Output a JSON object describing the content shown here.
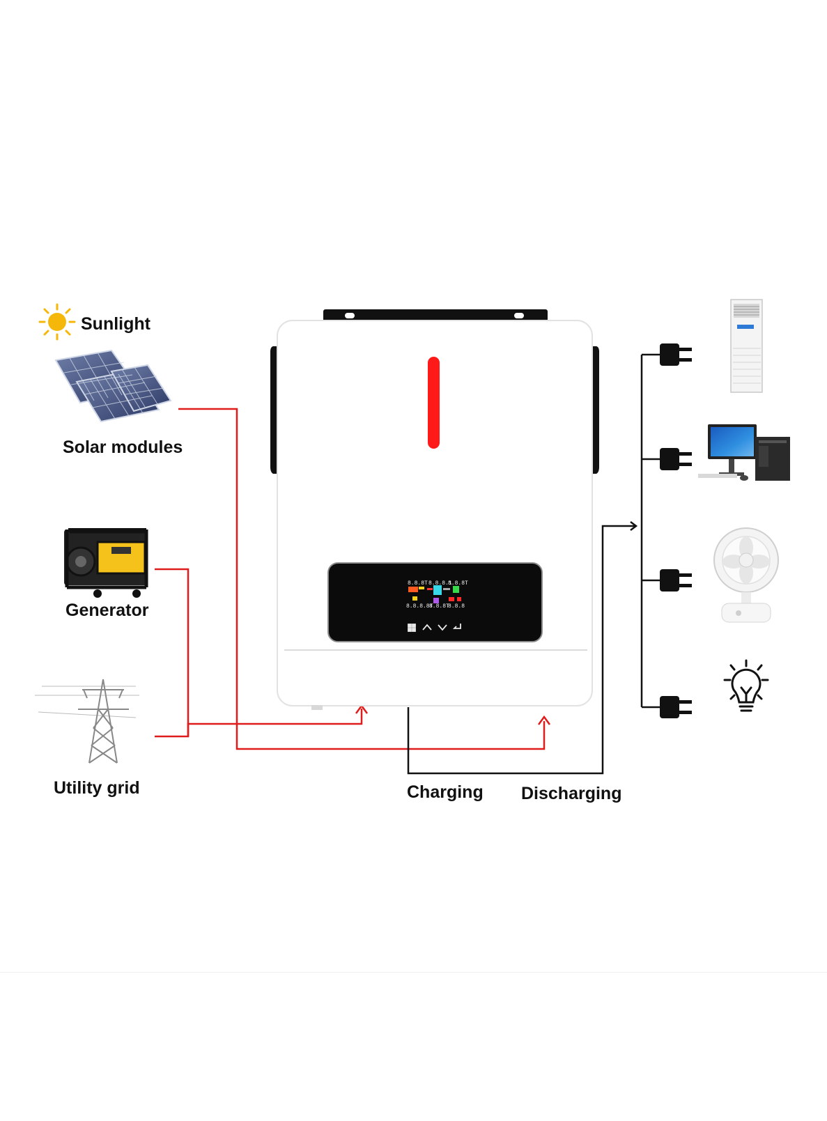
{
  "labels": {
    "sunlight": "Sunlight",
    "solar_modules": "Solar modules",
    "generator": "Generator",
    "utility_grid": "Utility grid",
    "charging": "Charging",
    "discharging": "Discharging"
  },
  "icons": {
    "sun": "sun-icon",
    "solar": "solar-panel-icon",
    "generator": "generator-icon",
    "grid": "power-tower-icon",
    "plug": "plug-icon",
    "air_conditioner": "air-conditioner-icon",
    "computer": "desktop-computer-icon",
    "fan": "desk-fan-icon",
    "bulb": "light-bulb-icon"
  },
  "colors": {
    "input_lines": "#e01b1b",
    "output_lines": "#111111",
    "indicator": "#ff1a1a",
    "panel": "#0b0b0b"
  }
}
